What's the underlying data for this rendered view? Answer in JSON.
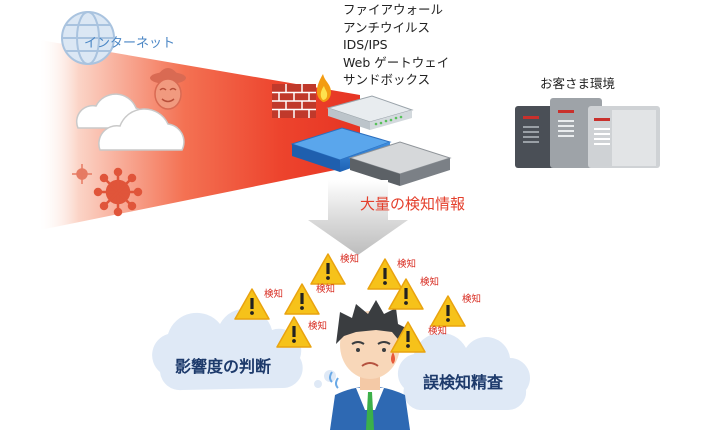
{
  "internet_label": "インターネット",
  "security_devices": [
    "ファイアウォール",
    "アンチウイルス",
    "IDS/IPS",
    "Web ゲートウェイ",
    "サンドボックス"
  ],
  "environment_label": "お客さま環境",
  "flow_label": "大量の検知情報",
  "alert_label": "検知",
  "alerts": [
    {
      "label": "検知"
    },
    {
      "label": "検知"
    },
    {
      "label": "検知"
    },
    {
      "label": "検知"
    },
    {
      "label": "検知"
    },
    {
      "label": "検知"
    },
    {
      "label": "検知"
    },
    {
      "label": "検知"
    }
  ],
  "thought_left": "影響度の判断",
  "thought_right": "誤検知精査",
  "colors": {
    "threat_red": "#e8432d",
    "alert_yellow": "#f6c21a",
    "cloud_blue": "#dfe9f6",
    "text_navy": "#1d3a6b",
    "internet_blue": "#4a86c5"
  },
  "icons": [
    "globe-icon",
    "cloud-icon",
    "hacker-icon",
    "virus-icon",
    "firewall-icon",
    "fire-icon",
    "network-appliance-icon",
    "server-icon",
    "down-arrow-icon",
    "warning-icon",
    "worried-person-icon"
  ]
}
